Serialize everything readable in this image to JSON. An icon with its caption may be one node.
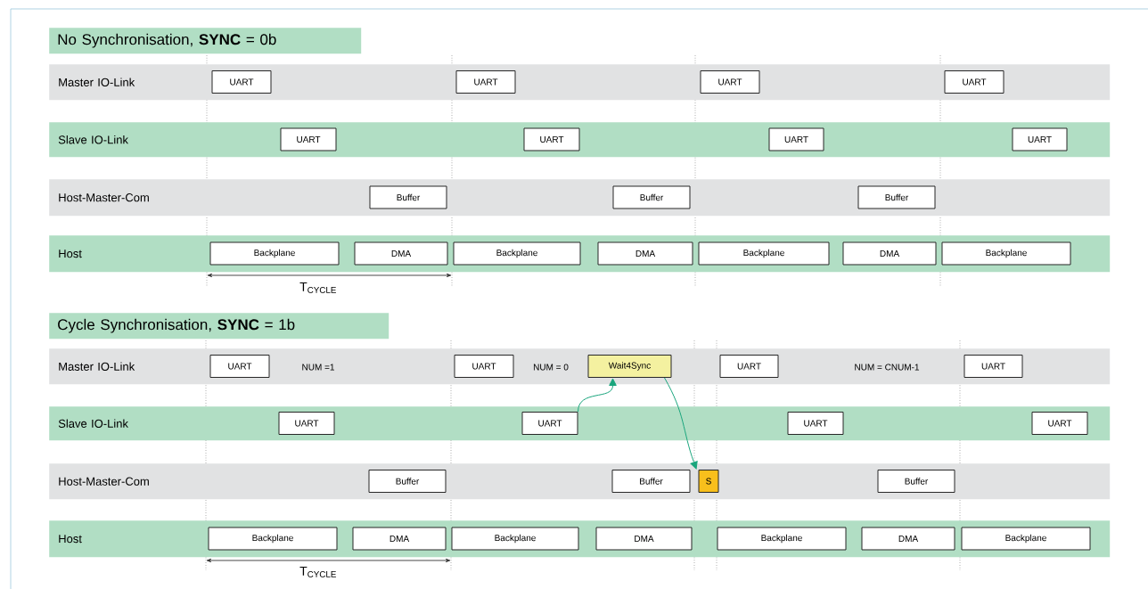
{
  "diagram": {
    "nodes": [
      {
        "text": [
          "No Synchronisation, **SYNC** = 0b"
        ]
      },
      {
        "text": [
          "Master IO-Link"
        ]
      },
      {
        "text": [
          "UART"
        ],
        "in": 1
      },
      {
        "text": [
          "UART"
        ],
        "in": 1
      },
      {
        "text": [
          "UART"
        ],
        "in": 1
      },
      {
        "text": [
          "UART"
        ],
        "in": 1
      },
      {
        "text": [
          "Slave IO-Link"
        ]
      },
      {
        "text": [
          "UART"
        ],
        "in": 6
      },
      {
        "text": [
          "UART"
        ],
        "in": 6
      },
      {
        "text": [
          "UART"
        ],
        "in": 6
      },
      {
        "text": [
          "UART"
        ],
        "in": 6
      },
      {
        "text": [
          "Host-Master-Com"
        ]
      },
      {
        "text": [
          "Buffer"
        ],
        "in": 11
      },
      {
        "text": [
          "Buffer"
        ],
        "in": 11
      },
      {
        "text": [
          "Buffer"
        ],
        "in": 11
      },
      {
        "text": [
          "Host"
        ]
      },
      {
        "text": [
          "Backplane"
        ],
        "in": 15
      },
      {
        "text": [
          "DMA"
        ],
        "in": 15
      },
      {
        "text": [
          "Backplane"
        ],
        "in": 15
      },
      {
        "text": [
          "DMA"
        ],
        "in": 15
      },
      {
        "text": [
          "Backplane"
        ],
        "in": 15
      },
      {
        "text": [
          "DMA"
        ],
        "in": 15
      },
      {
        "text": [
          "Backplane"
        ],
        "in": 15
      },
      {
        "text": [
          "Cycle Synchronisation, **SYNC** = 1b"
        ]
      },
      {
        "text": [
          "Master IO-Link"
        ]
      },
      {
        "text": [
          "UART"
        ],
        "in": 24
      },
      {
        "text": [
          "UART"
        ],
        "in": 24
      },
      {
        "text": [
          "Wait4Sync"
        ],
        "in": 24
      },
      {
        "text": [
          "UART"
        ],
        "in": 24
      },
      {
        "text": [
          "UART"
        ],
        "in": 24
      },
      {
        "text": [
          "Slave IO-Link"
        ]
      },
      {
        "text": [
          "UART"
        ],
        "in": 30
      },
      {
        "text": [
          "UART"
        ],
        "in": 30
      },
      {
        "text": [
          "UART"
        ],
        "in": 30
      },
      {
        "text": [
          "UART"
        ],
        "in": 30
      },
      {
        "text": [
          "Host-Master-Com"
        ]
      },
      {
        "text": [
          "Buffer"
        ],
        "in": 35
      },
      {
        "text": [
          "Buffer"
        ],
        "in": 35
      },
      {
        "text": [
          "S"
        ],
        "in": 35
      },
      {
        "text": [
          "Buffer"
        ],
        "in": 35
      },
      {
        "text": [
          "Host"
        ]
      },
      {
        "text": [
          "Backplane"
        ],
        "in": 40
      },
      {
        "text": [
          "DMA"
        ],
        "in": 40
      },
      {
        "text": [
          "Backplane"
        ],
        "in": 40
      },
      {
        "text": [
          "DMA"
        ],
        "in": 40
      },
      {
        "text": [
          "Backplane"
        ],
        "in": 40
      },
      {
        "text": [
          "DMA"
        ],
        "in": 40
      },
      {
        "text": [
          "Backplane"
        ],
        "in": 40
      }
    ],
    "edges": [
      {
        "from": 32,
        "to": 27,
        "arrow": "to"
      },
      {
        "from": 27,
        "to": 38,
        "arrow": "to"
      }
    ],
    "labels": [
      "T$_{CYCLE}$",
      "NUM =1",
      "NUM = 0",
      "NUM = CNUM-1",
      "T$_{CYCLE}$"
    ]
  }
}
